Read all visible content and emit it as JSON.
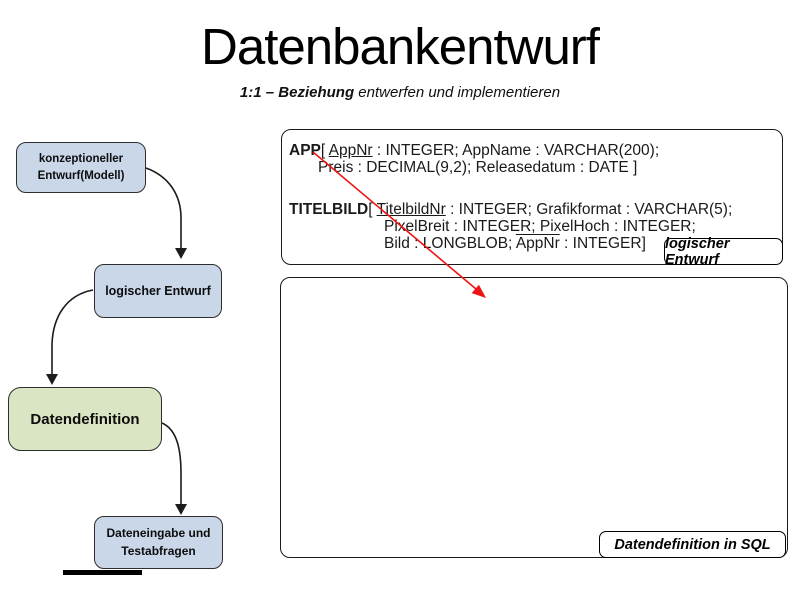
{
  "header": {
    "title": "Datenbankentwurf",
    "subtitle_emphasis": "1:1 – Beziehung",
    "subtitle_rest": " entwerfen und implementieren"
  },
  "flowchart": {
    "steps": [
      {
        "label": "konzeptioneller Entwurf(Modell)",
        "color": "#c9d7e9"
      },
      {
        "label": "logischer Entwurf",
        "color": "#c9d7e9"
      },
      {
        "label": "Datendefinition",
        "color": "#dae5c3"
      },
      {
        "label": "Dateneingabe und Testabfragen",
        "color": "#c9d7e9"
      }
    ]
  },
  "panels": {
    "logical": {
      "chip": "logischer Entwurf",
      "app": {
        "name": "APP",
        "open": "[ ",
        "pk": "AppNr",
        "line1_rest": " : INTEGER; AppName : VARCHAR(200);",
        "line2": "Preis : DECIMAL(9,2); Releasedatum : DATE ]"
      },
      "titelbild": {
        "name": "TITELBILD",
        "open": "[ ",
        "pk": "TitelbildNr",
        "line1_rest": " : INTEGER; Grafikformat : VARCHAR(5);",
        "line2": "PixelBreit : INTEGER; PixelHoch : INTEGER;",
        "line3_pre": "Bild : LONGBLOB; ",
        "fk": "AppNr",
        "line3_post": " : INTEGER]"
      }
    },
    "sql": {
      "chip": "Datendefinition in SQL"
    }
  },
  "colors": {
    "box_blue": "#c9d7e9",
    "box_green": "#dae5c3",
    "arrow_red": "#ee1414",
    "border_dark": "#2e2e2e"
  }
}
